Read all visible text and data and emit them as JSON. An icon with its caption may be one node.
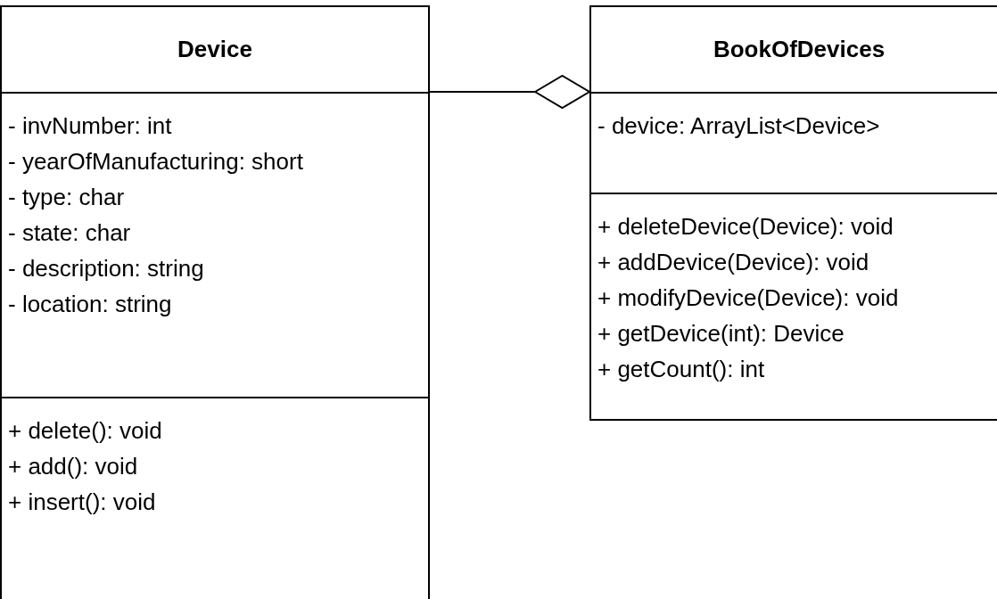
{
  "diagram": {
    "nodes": [
      {
        "text": [
          "Device"
        ]
      },
      {
        "text": [
          "- invNumber: int",
          "- yearOfManufacturing: short",
          "- type: char",
          "- state: char",
          "- description: string",
          "- location: string"
        ],
        "in": 0
      },
      {
        "text": [
          "+ delete(): void",
          "+ add(): void",
          "+ insert(): void"
        ],
        "in": 0
      },
      {
        "text": [
          "BookOfDevices"
        ]
      },
      {
        "text": [
          "- device: ArrayList<Device>"
        ],
        "in": 3
      },
      {
        "text": [
          "+ deleteDevice(Device): void",
          "+ addDevice(Device): void",
          "+ modifyDevice(Device): void",
          "+ getDevice(int): Device",
          "+ getCount(): int"
        ],
        "in": 3
      }
    ],
    "edges": [
      {
        "from": 0,
        "to": 3,
        "arrow": "other"
      }
    ]
  }
}
